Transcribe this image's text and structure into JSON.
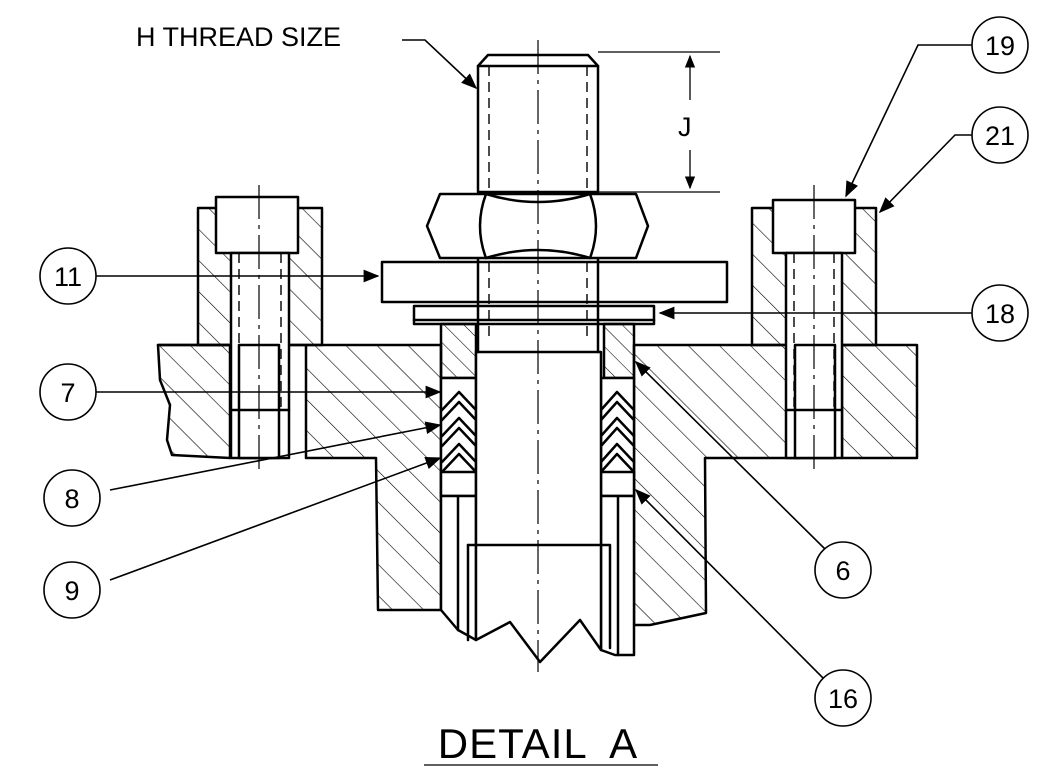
{
  "title": "DETAIL  A",
  "thread_label": "H THREAD SIZE",
  "dimension_label": "J",
  "balloons": {
    "b19": "19",
    "b21": "21",
    "b11": "11",
    "b18": "18",
    "b7": "7",
    "b8": "8",
    "b9": "9",
    "b6": "6",
    "b16": "16"
  },
  "colors": {
    "line": "#000000",
    "background": "#ffffff"
  }
}
